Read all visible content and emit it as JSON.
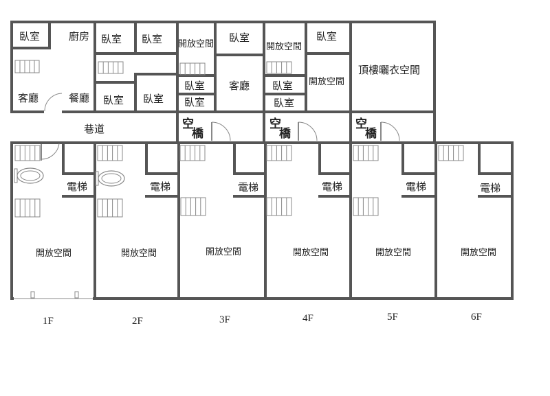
{
  "colors": {
    "wall": "#555555",
    "thin": "#888888"
  },
  "top": {
    "f1": {
      "bedroom": "臥室",
      "kitchen": "廚房",
      "living": "客廳",
      "dining": "餐廳"
    },
    "f2": {
      "bedroom_a": "臥室",
      "bedroom_b": "臥室",
      "bedroom_c": "臥室",
      "bedroom_d": "臥室"
    },
    "f3": {
      "open": "開放空間",
      "bedroom_a": "臥室",
      "bedroom_b": "臥室",
      "bedroom_c": "臥室",
      "living": "客廳"
    },
    "f4": {
      "open_a": "開放空間",
      "bedroom_a": "臥室",
      "bedroom_b": "臥室",
      "bedroom_c": "臥室",
      "open_b": "開放空間"
    },
    "f5": {
      "rooftop": "頂樓曬衣空間"
    },
    "alley": "巷道",
    "bridge": [
      "空",
      "橋"
    ]
  },
  "bottom": {
    "elevator": "電梯",
    "open": "開放空間"
  },
  "floors": [
    "1F",
    "2F",
    "3F",
    "4F",
    "5F",
    "6F"
  ]
}
